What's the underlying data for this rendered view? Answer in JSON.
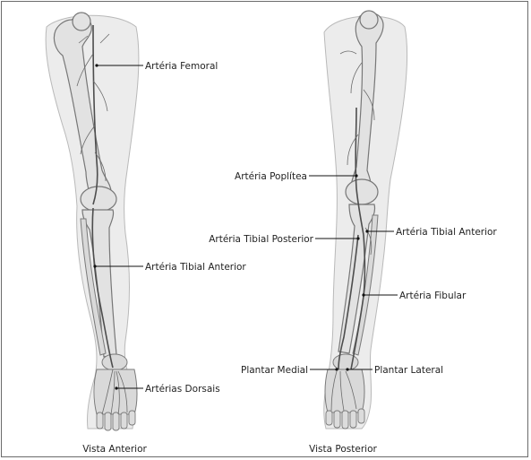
{
  "colors": {
    "frame": "#6b6b6b",
    "skin": "#ececec",
    "bone": "#e2e2e2",
    "vessel": "#4d4d4d",
    "text": "#222222"
  },
  "labels": {
    "femoral": "Artéria Femoral",
    "tibial_anterior_left": "Artéria Tibial Anterior",
    "dorsais": "Artérias Dorsais",
    "poplitea": "Artéria Poplítea",
    "tibial_posterior": "Artéria Tibial Posterior",
    "tibial_anterior_right": "Artéria Tibial Anterior",
    "fibular": "Artéria Fibular",
    "plantar_medial": "Plantar Medial",
    "plantar_lateral": "Plantar Lateral"
  },
  "captions": {
    "anterior": "Vista Anterior",
    "posterior": "Vista Posterior"
  }
}
